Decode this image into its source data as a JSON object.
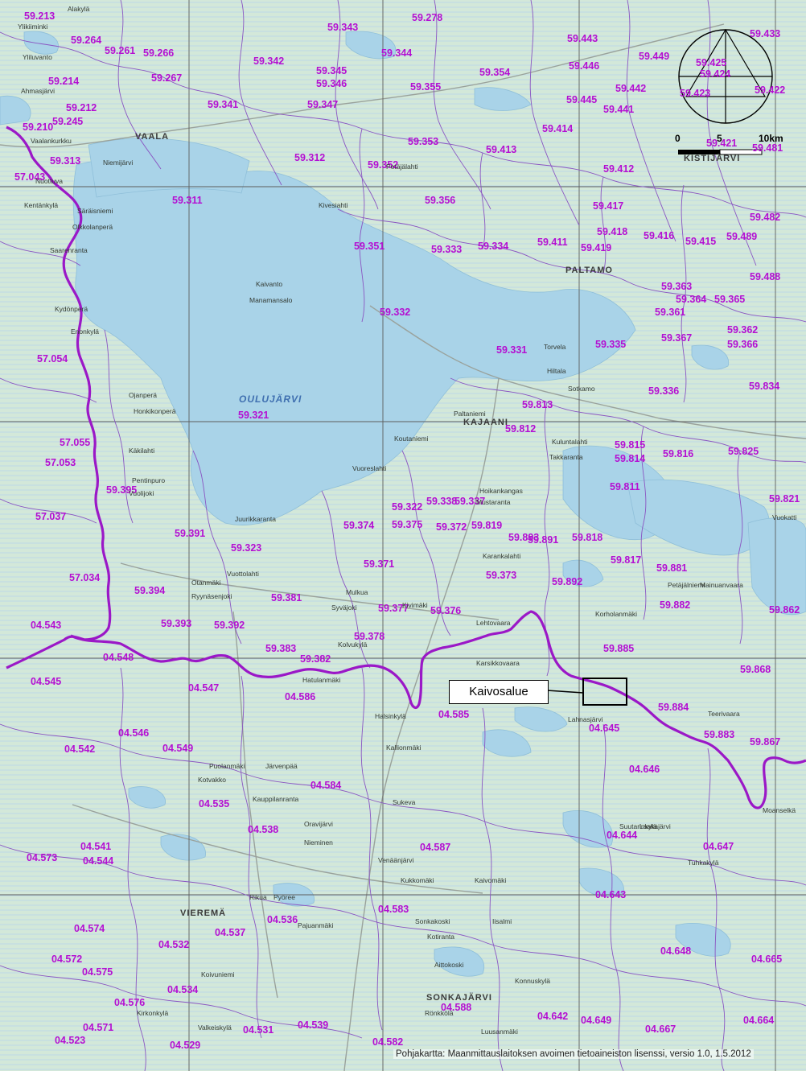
{
  "map": {
    "callout_label": "Kaivosalue",
    "attribution": "Pohjakartta: Maanmittauslaitoksen avoimen tietoaineiston lisenssi, versio 1.0, 1.5.2012",
    "scale": {
      "start": "0",
      "mid": "5",
      "end": "10km"
    },
    "lake_label": "OULUJÄRVI",
    "town_labels": [
      "VAALA",
      "KAJAANI",
      "PALTAMO",
      "VIEREMÄ",
      "SONKAJÄRVI",
      "KISTIJÄRVI"
    ],
    "colors": {
      "water": "#a9d3e8",
      "land": "#cfe6d6",
      "boundary_major": "#9b18c7",
      "boundary_minor": "#7a4fb8",
      "code_text": "#b40fd2",
      "grid": "#555555"
    },
    "catchment_codes": [
      "59.213",
      "59.264",
      "59.261",
      "59.266",
      "59.267",
      "59.214",
      "59.212",
      "59.210",
      "59.245",
      "59.313",
      "57.043",
      "59.343",
      "59.342",
      "59.345",
      "59.346",
      "59.341",
      "59.347",
      "59.344",
      "59.355",
      "59.278",
      "59.354",
      "59.443",
      "59.449",
      "59.433",
      "59.446",
      "59.442",
      "59.445",
      "59.441",
      "59.425",
      "59.424",
      "59.423",
      "59.422",
      "59.421",
      "59.481",
      "59.414",
      "59.413",
      "59.412",
      "59.312",
      "59.353",
      "59.352",
      "59.311",
      "59.356",
      "59.417",
      "59.482",
      "59.418",
      "59.416",
      "59.415",
      "59.489",
      "59.351",
      "59.333",
      "59.334",
      "59.411",
      "59.419",
      "59.363",
      "59.364",
      "59.365",
      "59.488",
      "59.332",
      "59.331",
      "59.335",
      "59.361",
      "59.367",
      "59.362",
      "59.366",
      "57.054",
      "59.321",
      "59.813",
      "59.812",
      "59.336",
      "59.834",
      "57.055",
      "57.053",
      "59.815",
      "59.814",
      "59.816",
      "59.825",
      "59.395",
      "59.322",
      "59.338",
      "59.337",
      "59.811",
      "59.819",
      "59.821",
      "57.037",
      "59.391",
      "59.374",
      "59.375",
      "59.372",
      "59.893",
      "59.891",
      "59.818",
      "59.323",
      "59.371",
      "59.817",
      "59.881",
      "57.034",
      "59.394",
      "59.381",
      "59.373",
      "59.892",
      "59.393",
      "59.392",
      "59.377",
      "59.376",
      "59.882",
      "59.862",
      "59.378",
      "04.543",
      "04.548",
      "59.383",
      "59.382",
      "59.885",
      "04.545",
      "04.547",
      "59.868",
      "04.586",
      "04.585",
      "04.645",
      "59.884",
      "04.546",
      "59.883",
      "59.867",
      "04.542",
      "04.549",
      "04.646",
      "04.584",
      "04.535",
      "04.538",
      "04.541",
      "04.644",
      "04.573",
      "04.544",
      "04.587",
      "04.647",
      "04.643",
      "04.583",
      "04.574",
      "04.532",
      "04.537",
      "04.536",
      "04.572",
      "04.575",
      "04.534",
      "04.648",
      "04.665",
      "04.576",
      "04.588",
      "04.571",
      "04.531",
      "04.539",
      "04.529",
      "04.523",
      "04.642",
      "04.649",
      "04.667",
      "04.664",
      "04.582"
    ],
    "place_names": [
      "Alakylä",
      "Ylikiiminki",
      "Yliluvanto",
      "Ahmasjärvi",
      "Vaalankurkku",
      "Niemijärvi",
      "Nuottuva",
      "Kentänkylä",
      "Säräisniemi",
      "Olkkolanperä",
      "Saarenranta",
      "Kydönperä",
      "Enonkylä",
      "Ojanperä",
      "Honkikonperä",
      "Käkilahti",
      "Pentinpuro",
      "Vuolijoki",
      "Juurikkaranta",
      "Otanmäki",
      "Ryynäsenjoki",
      "Vuottolahti",
      "Manamansalo",
      "Kivesiahti",
      "Petäjälahti",
      "Kaivanto",
      "Kuluntalahti",
      "Takkaranta",
      "Koutaniemi",
      "Paltaniemi",
      "Vuoreslahti",
      "Mulkua",
      "Syväjoki",
      "Lehtovaara",
      "Kolvukylä",
      "Hatulanmäki",
      "Halsinkylä",
      "Karsikkovaara",
      "Lahnasjärvi",
      "Teerivaara",
      "Kallionmäki",
      "Puolanmäki",
      "Järvenpää",
      "Kauppilanranta",
      "Sukeva",
      "Kotvakko",
      "Oravijärvi",
      "Nieminen",
      "Venäänjärvi",
      "Kukkomäki",
      "Kaivomäki",
      "Sonkakoski",
      "Kotiranta",
      "Rikua",
      "Pyöree",
      "Pajuanmäki",
      "Iisalmi",
      "Aittokoski",
      "Konnuskylä",
      "Valkeiskylä",
      "Kirkonkylä",
      "Koivuniemi",
      "Rönkkölä",
      "Luusanmäki",
      "Moanselkä",
      "Laakajärvi",
      "Tuhkakylä",
      "Suutarinkylä",
      "Korholanmäki",
      "Petäjälniemi",
      "Mainuanvaara",
      "Kivimäki",
      "Karankalahti",
      "Hoikankangas",
      "Mustaranta",
      "Torvela",
      "Hiltala",
      "Sotkamo",
      "Vuokatti"
    ]
  }
}
